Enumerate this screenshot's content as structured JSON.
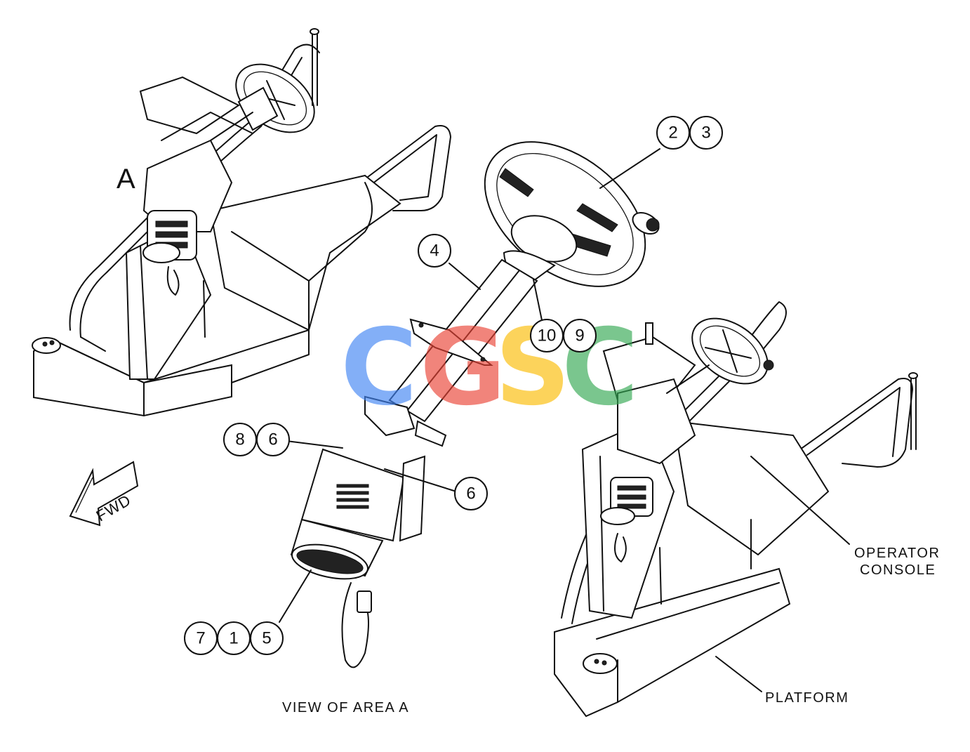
{
  "callouts": {
    "c2": "2",
    "c3": "3",
    "c4": "4",
    "c10": "10",
    "c9": "9",
    "c8": "8",
    "c6a": "6",
    "c6b": "6",
    "c7": "7",
    "c1": "1",
    "c5": "5"
  },
  "labels": {
    "area": "A",
    "fwd": "FWD",
    "operator_console_line1": "OPERATOR",
    "operator_console_line2": "CONSOLE",
    "platform": "PLATFORM",
    "view": "VIEW OF AREA A"
  },
  "watermark": {
    "letters": [
      "C",
      "G",
      "S",
      "C"
    ],
    "colors": [
      "#4285F4",
      "#EA4335",
      "#FBBC05",
      "#34A853"
    ]
  },
  "icons": [
    "steering-wheel-icon",
    "fwd-arrow-icon"
  ]
}
